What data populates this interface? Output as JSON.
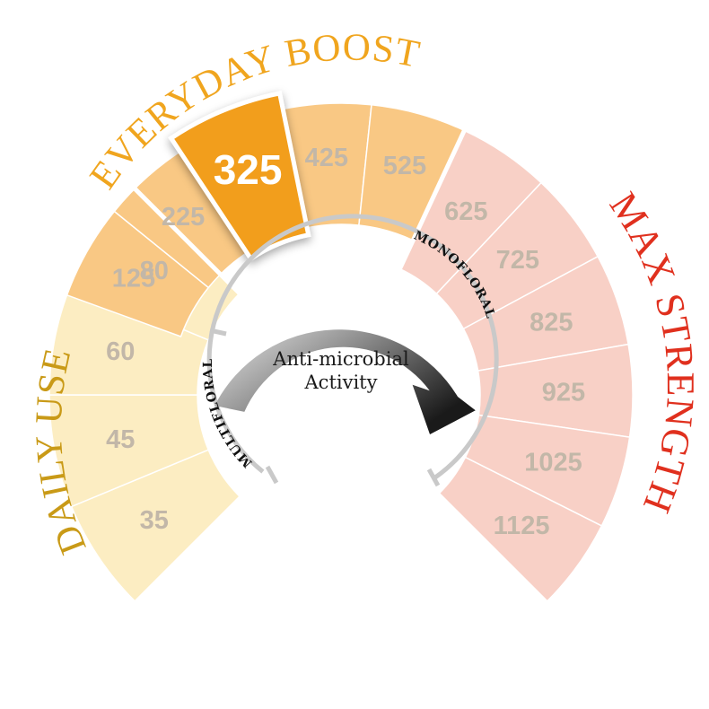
{
  "categories": {
    "daily": {
      "label": "DAILY USE",
      "color": "#c99a17"
    },
    "everyday": {
      "label": "EVERYDAY BOOST",
      "color": "#f0a51e"
    },
    "max": {
      "label": "MAX STRENGTH",
      "color": "#e0301e"
    }
  },
  "segments": [
    {
      "value": "35",
      "group": "daily"
    },
    {
      "value": "45",
      "group": "daily"
    },
    {
      "value": "60",
      "group": "daily"
    },
    {
      "value": "80",
      "group": "daily"
    },
    {
      "value": "125",
      "group": "everyday"
    },
    {
      "value": "225",
      "group": "everyday"
    },
    {
      "value": "325",
      "group": "everyday",
      "highlighted": true
    },
    {
      "value": "425",
      "group": "everyday"
    },
    {
      "value": "525",
      "group": "everyday"
    },
    {
      "value": "625",
      "group": "max"
    },
    {
      "value": "725",
      "group": "max"
    },
    {
      "value": "825",
      "group": "max"
    },
    {
      "value": "925",
      "group": "max"
    },
    {
      "value": "1025",
      "group": "max"
    },
    {
      "value": "1125",
      "group": "max"
    }
  ],
  "colors": {
    "daily_fill": "#fcedc2",
    "everyday_fill": "#f9c884",
    "max_fill": "#f8d0c6",
    "highlight_fill": "#f29e1a",
    "segment_text": "#c2b7a8",
    "highlight_text": "#ffffff"
  },
  "inner": {
    "center_line1": "Anti-microbial",
    "center_line2": "Activity",
    "multifloral": "MULTIFLORAL",
    "monofloral": "MONOFLORAL"
  }
}
